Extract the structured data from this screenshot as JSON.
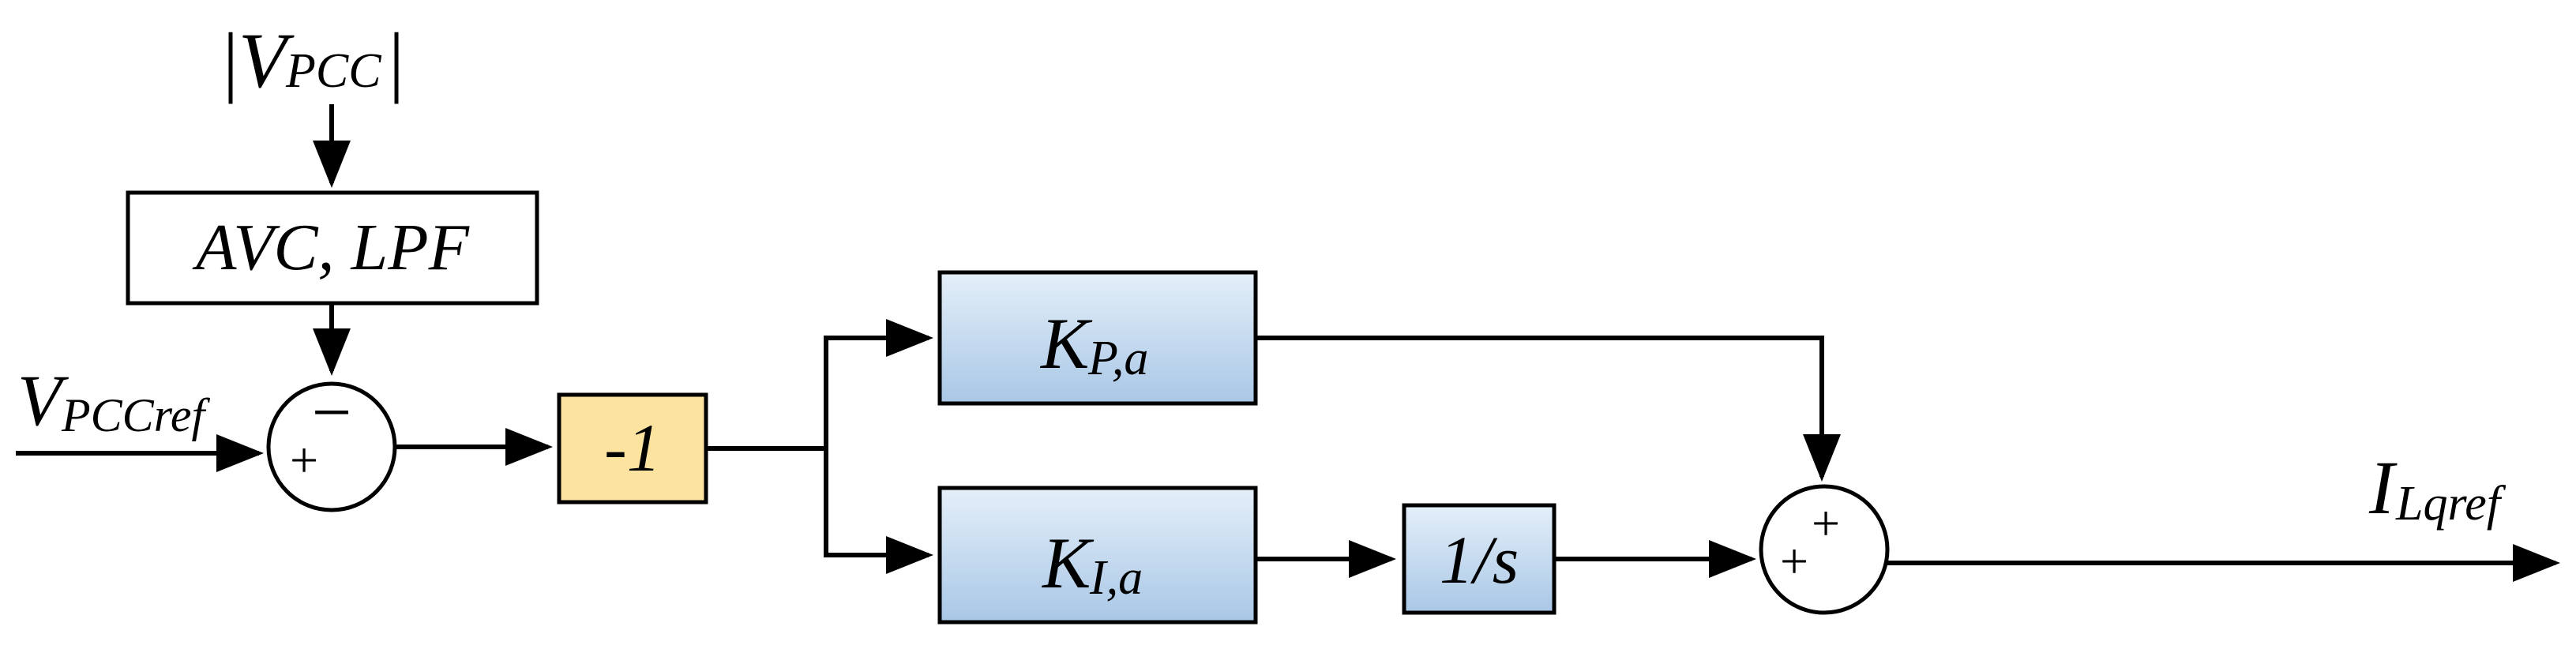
{
  "diagram": {
    "input_top": {
      "abs_open": "|",
      "main": "V",
      "sub": "PCC",
      "abs_close": "|"
    },
    "avc_lpf_block": "AVC, LPF",
    "input_left": {
      "main": "V",
      "sub": "PCCref"
    },
    "summer1": {
      "minus": "−",
      "plus": "+"
    },
    "gain_block": "-1",
    "kp_block": {
      "main": "K",
      "sub": "P,a"
    },
    "ki_block": {
      "main": "K",
      "sub": "I,a"
    },
    "integrator_block": "1/s",
    "summer2": {
      "plus_top": "+",
      "plus_left": "+"
    },
    "output": {
      "main": "I",
      "sub": "Lqref"
    },
    "colors": {
      "gain_fill": "#fde3a0",
      "blue_light": "#e4eff9",
      "blue_dark": "#a9c7e6",
      "line": "#000000"
    }
  }
}
